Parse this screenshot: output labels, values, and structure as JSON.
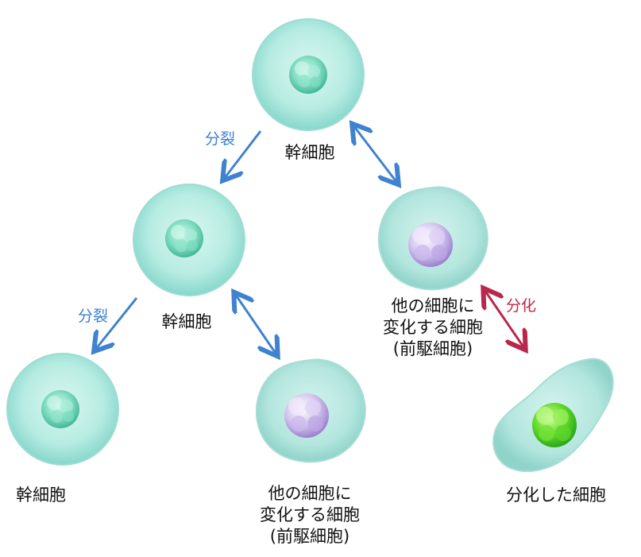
{
  "colors": {
    "division_arrow": "#3f82cf",
    "differentiation_arrow": "#b8284c",
    "stem_nucleus": "#6fd2b4",
    "progenitor_nucleus": "#b9a2dc",
    "differentiated_nucleus": "#58d83a",
    "cytoplasm": "#a9e6de"
  },
  "labels": {
    "top_stem": "幹細胞",
    "mid_stem": "幹細胞",
    "bottom_stem": "幹細胞",
    "mid_progenitor": [
      "他の細胞に",
      "変化する細胞",
      "(前駆細胞)"
    ],
    "bottom_progenitor": [
      "他の細胞に",
      "変化する細胞",
      "(前駆細胞)"
    ],
    "differentiated": "分化した細胞"
  },
  "arrows": {
    "division_upper": "分裂",
    "division_lower": "分裂",
    "differentiation": "分化"
  }
}
